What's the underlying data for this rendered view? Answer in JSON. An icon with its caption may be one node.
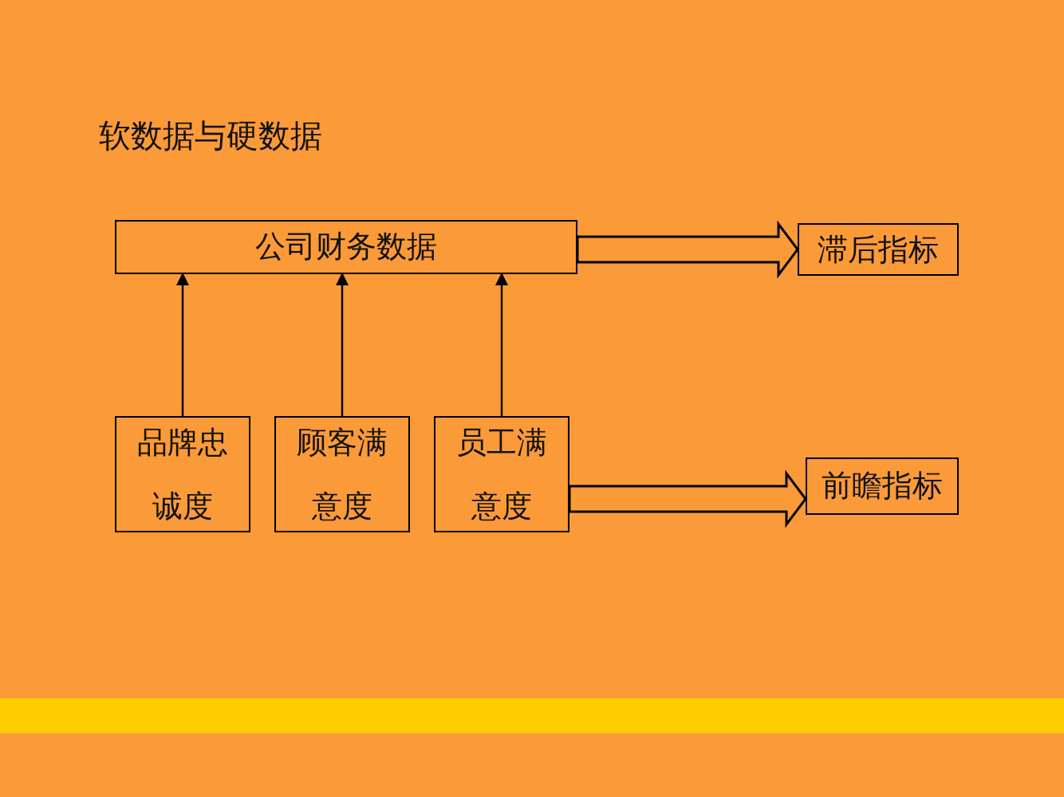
{
  "diagram": {
    "title": "软数据与硬数据",
    "nodes": [
      {
        "text": [
          "公司财务数据"
        ]
      },
      {
        "text": [
          "滞后指标"
        ]
      },
      {
        "text": [
          "品牌忠诚度"
        ]
      },
      {
        "text": [
          "顾客满意度"
        ]
      },
      {
        "text": [
          "员工满意度"
        ]
      },
      {
        "text": [
          "前瞻指标"
        ]
      }
    ],
    "edges": [
      {
        "from": 2,
        "to": 0,
        "arrow": "to"
      },
      {
        "from": 3,
        "to": 0,
        "arrow": "to"
      },
      {
        "from": 4,
        "to": 0,
        "arrow": "to"
      },
      {
        "from": 0,
        "to": 1,
        "arrow": "to",
        "style": "thick"
      },
      {
        "from": 4,
        "to": 5,
        "arrow": "to",
        "style": "thick"
      }
    ]
  }
}
